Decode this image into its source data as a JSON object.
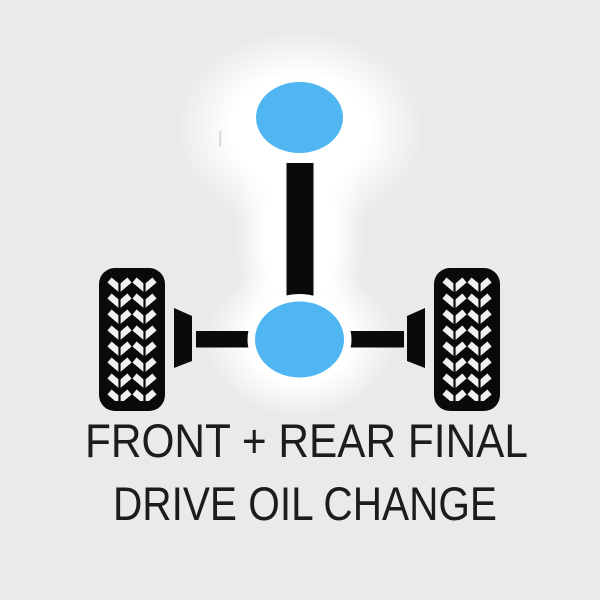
{
  "canvas": {
    "background_color": "#eaeaec",
    "glow_color": "#ffffff"
  },
  "illustration": {
    "name": "drivetrain-final-drive-diagram",
    "accent_color": "#4fb6f2",
    "ink_color": "#0a0a0a",
    "tread_color": "#eef0f2",
    "parts": [
      {
        "name": "front-final-drive-ellipse",
        "shape": "ellipse",
        "color": "#4fb6f2"
      },
      {
        "name": "driveshaft-bar",
        "shape": "bar",
        "color": "#0a0a0a"
      },
      {
        "name": "rear-final-drive-ellipse",
        "shape": "ellipse",
        "color": "#4fb6f2"
      },
      {
        "name": "left-axle-bar",
        "shape": "bar",
        "color": "#0a0a0a"
      },
      {
        "name": "right-axle-bar",
        "shape": "bar",
        "color": "#0a0a0a"
      },
      {
        "name": "left-hub-trapezoid",
        "shape": "trapezoid",
        "color": "#0a0a0a"
      },
      {
        "name": "right-hub-trapezoid",
        "shape": "trapezoid",
        "color": "#0a0a0a"
      },
      {
        "name": "left-tire",
        "shape": "tire",
        "color": "#0a0a0a"
      },
      {
        "name": "right-tire",
        "shape": "tire",
        "color": "#0a0a0a"
      }
    ]
  },
  "caption": {
    "line1": "FRONT + REAR FINAL",
    "line2": "DRIVE OIL CHANGE",
    "color": "#1c1c1c"
  }
}
